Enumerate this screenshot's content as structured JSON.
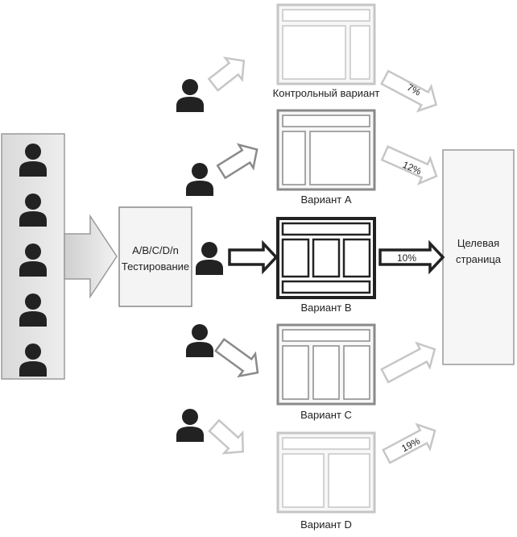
{
  "testing_box": {
    "line1": "A/B/C/D/n",
    "line2": "Тестирование"
  },
  "target_box": {
    "line1": "Целевая",
    "line2": "страница"
  },
  "variants": [
    {
      "id": "control",
      "label": "Контрольный вариант",
      "conversion": "7%",
      "emphasis": "faded"
    },
    {
      "id": "a",
      "label": "Вариант A",
      "conversion": "12%",
      "emphasis": "normal"
    },
    {
      "id": "b",
      "label": "Вариант B",
      "conversion": "10%",
      "emphasis": "bold"
    },
    {
      "id": "c",
      "label": "Вариант C",
      "conversion": "",
      "emphasis": "normal"
    },
    {
      "id": "d",
      "label": "Вариант D",
      "conversion": "19%",
      "emphasis": "faded"
    }
  ],
  "visitor_group_count": 5,
  "colors": {
    "person": "#222222",
    "panel_fill": "#e3e3e3",
    "bold_stroke": "#222222",
    "normal_stroke": "#8a8a8a",
    "faded_stroke": "#c6c6c6"
  },
  "icons": [
    "person-icon",
    "arrow-icon"
  ]
}
